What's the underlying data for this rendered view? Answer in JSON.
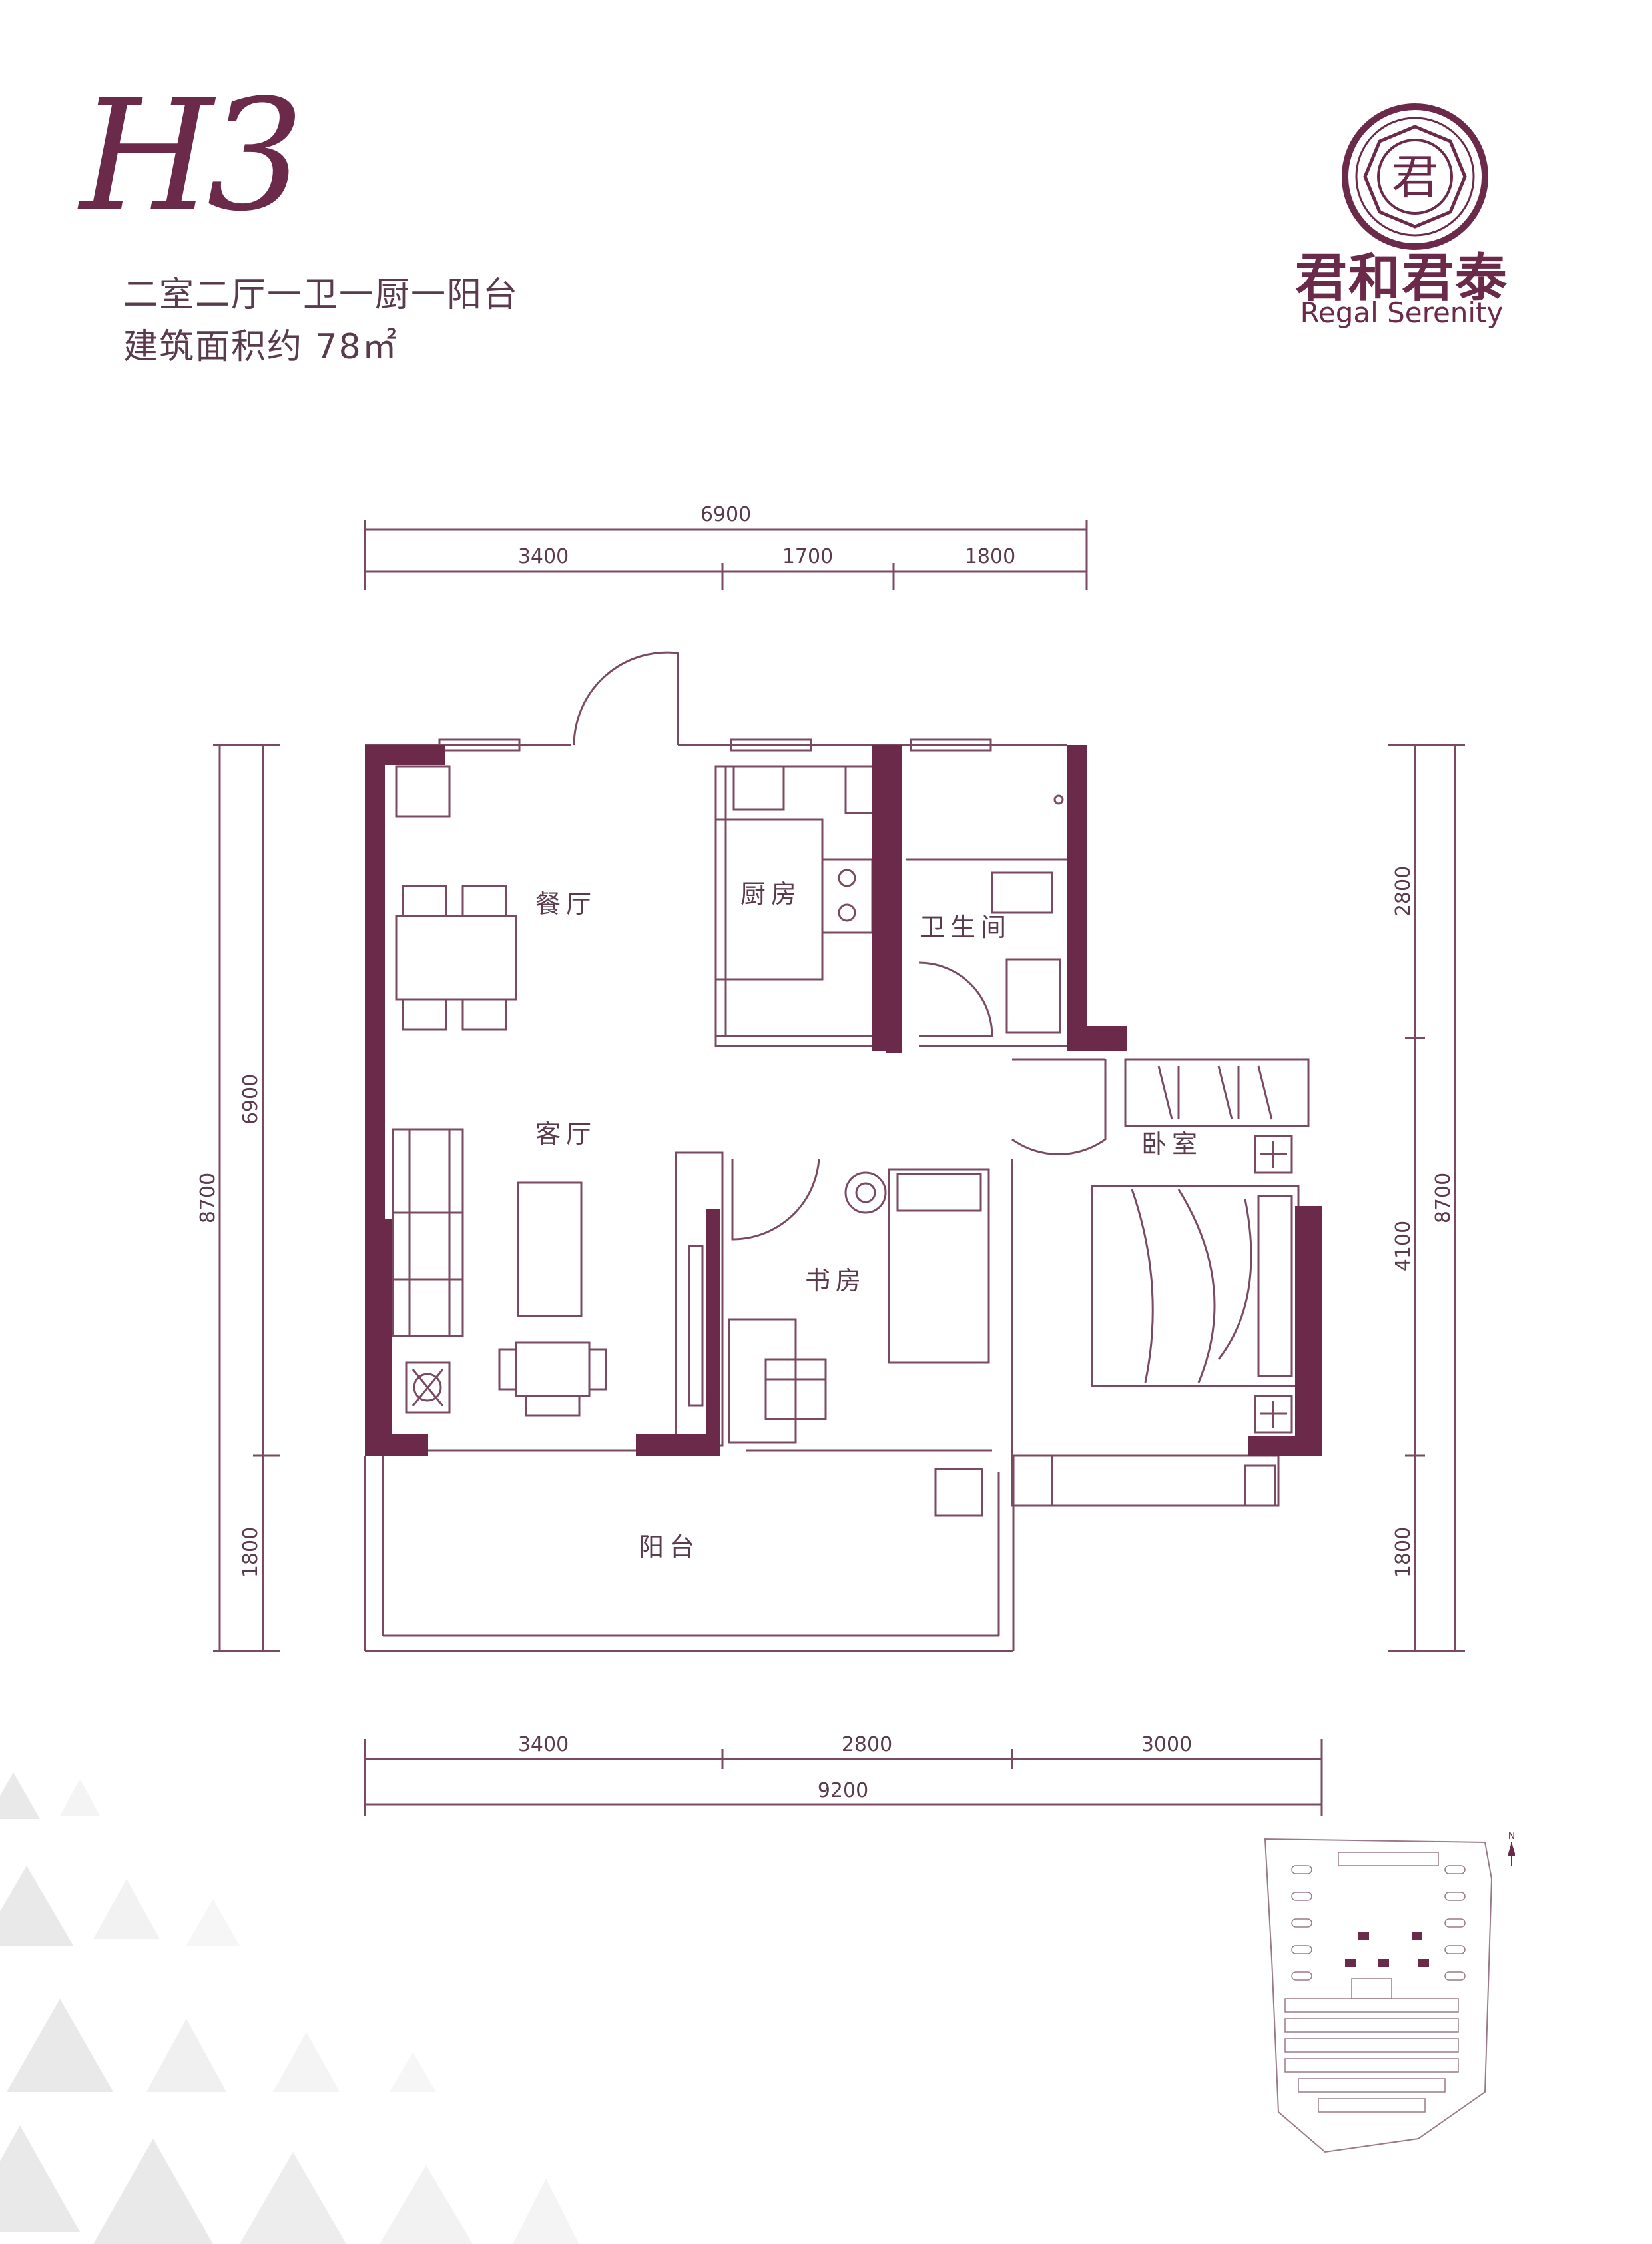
{
  "header": {
    "model": "H3",
    "layout": "二室二厅一卫一厨一阳台",
    "area": "建筑面积约 78㎡"
  },
  "brand": {
    "seal_char": "君",
    "name_cn": "君和君泰",
    "name_en": "Regal Serenity"
  },
  "dimensions": {
    "top_total": "6900",
    "top_segments": [
      "3400",
      "1700",
      "1800"
    ],
    "bottom_segments": [
      "3400",
      "2800",
      "3000"
    ],
    "bottom_total": "9200",
    "left_total": "8700",
    "left_inner": "6900",
    "left_balcony": "1800",
    "right_total": "8700",
    "right_segments": [
      "2800",
      "4100",
      "1800"
    ]
  },
  "rooms": {
    "dining": "餐厅",
    "kitchen": "厨房",
    "bathroom": "卫生间",
    "living": "客厅",
    "bedroom": "卧室",
    "study": "书房",
    "balcony": "阳台"
  },
  "siteplan": {
    "north": "N"
  },
  "colors": {
    "accent": "#6b2a4a",
    "wall": "#6b2a4a",
    "line": "#7a4a63"
  }
}
